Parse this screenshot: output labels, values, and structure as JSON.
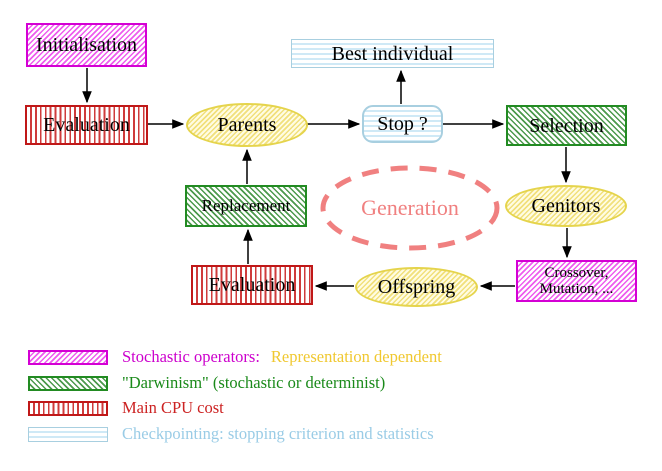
{
  "title": "Evolutionary algorithm generation loop diagram",
  "nodes": {
    "initialisation": "Initialisation",
    "evaluation_top": "Evaluation",
    "parents": "Parents",
    "stop": "Stop ?",
    "best_individual": "Best individual",
    "selection": "Selection",
    "genitors": "Genitors",
    "crossover_line1": "Crossover,",
    "crossover_line2": "Mutation, ...",
    "offspring": "Offspring",
    "evaluation_bottom": "Evaluation",
    "replacement": "Replacement",
    "generation": "Generation"
  },
  "legend": {
    "rows": [
      {
        "swatch": "magenta-hatch",
        "label": "Stochastic operators:",
        "label2": "Representation dependent"
      },
      {
        "swatch": "green-hatch",
        "label": "\"Darwinism\" (stochastic or determinist)",
        "label2": ""
      },
      {
        "swatch": "red-stripes",
        "label": "Main CPU cost",
        "label2": ""
      },
      {
        "swatch": "cyan-stripes",
        "label": "Checkpointing: stopping criterion and statistics",
        "label2": ""
      }
    ]
  },
  "colors": {
    "magenta": "#cc00cc",
    "yellow_hatch": "#f1e07c",
    "yellow_text": "#f0c830",
    "green": "#1a8a1a",
    "red": "#cc2222",
    "cyan_border": "#a8cfe0",
    "cyan_text": "#9acce6",
    "salmon_dashed": "#f08080",
    "arrow": "#000000"
  }
}
